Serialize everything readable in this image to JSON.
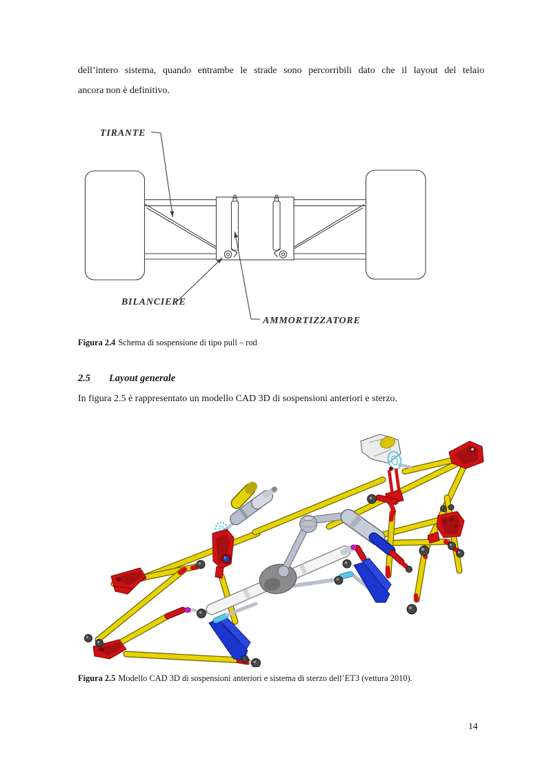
{
  "document": {
    "paragraph1_lines": [
      "dell’intero sistema, quando entrambe le strade sono percorribili dato che il layout del telaio",
      "ancora non è definitivo."
    ],
    "figure_2_4": {
      "label_tirante": "TIRANTE",
      "label_bilanciere": "BILANCIERE",
      "label_ammortizzatore": "AMMORTIZZATORE",
      "caption_label": "Figura 2.4",
      "caption_text": "Schema di sospensione di tipo pull – rod"
    },
    "section_2_5": {
      "number": "2.5",
      "title": "Layout generale"
    },
    "paragraph2": "In figura 2.5 è rappresentato un modello CAD 3D di sospensioni anteriori e sterzo.",
    "figure_2_5": {
      "caption_label": "Figura 2.5",
      "caption_text": "Modello CAD 3D di sospensioni anteriori e sistema di sterzo dell’ET3 (vettura 2010)."
    },
    "page_number": "14"
  },
  "colors": {
    "tube_yellow": "#e6d304",
    "fitting_red": "#d01215",
    "bracket_blue": "#1b35cf",
    "metal_gray": "#b9c0cc",
    "accent_cyan": "#5ec7e8",
    "accent_magenta": "#d21ad2"
  }
}
